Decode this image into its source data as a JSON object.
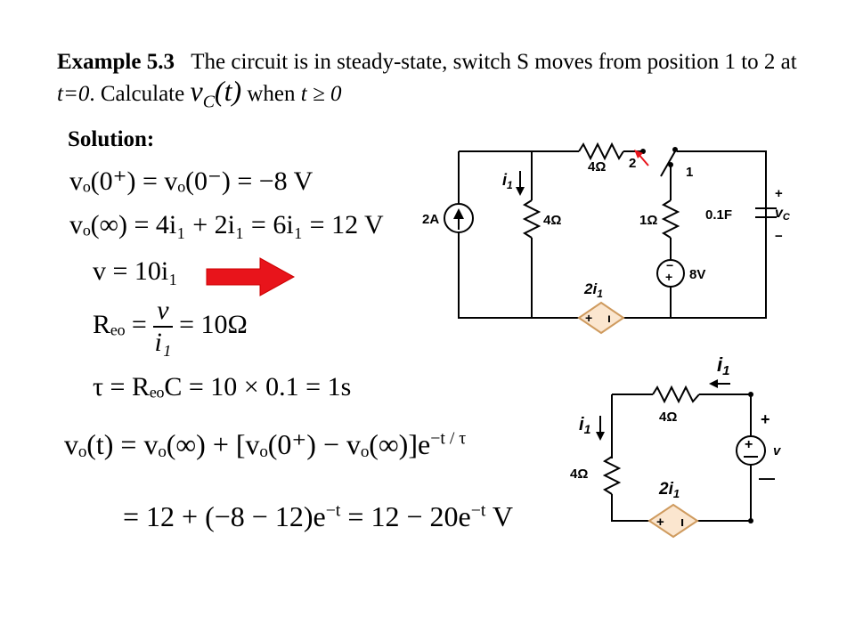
{
  "problem": {
    "label": "Example 5.3",
    "text1": "The circuit is in steady-state, switch S moves from position 1 to 2  at ",
    "t_eq": "t=0",
    "text2": ".  Calculate",
    "vc_sym": "v",
    "vc_sub": "C",
    "vc_arg": "(t)",
    "when": "when",
    "cond": "t ≥ 0"
  },
  "solution_label": "Solution:",
  "equations": {
    "eq1": "vₒ(0⁺) = vₒ(0⁻) = −8 V",
    "eq2": "vₒ(∞) = 4i₁ + 2i₁ = 6i₁ = 12 V",
    "eq3": "v = 10i₁",
    "eq4_lhs": "Rₑₒ =",
    "eq4_num": "v",
    "eq4_den": "i₁",
    "eq4_rhs": "= 10Ω",
    "eq5": "τ = RₑₒC = 10 × 0.1 = 1s",
    "eq6": "vₒ(t) = vₒ(∞) + [vₒ(0⁺) − vₒ(∞)]e",
    "eq6_exp": "−t / τ",
    "eq7a": "= 12 + (−8 − 12)e",
    "eq7a_exp": "−t",
    "eq7b": " = 12 − 20e",
    "eq7b_exp": "−t",
    "eq7_unit": " V"
  },
  "circuit1": {
    "r_top": "4Ω",
    "pos2": "2",
    "pos1": "1",
    "i1": "i",
    "i1_sub": "1",
    "src": "2A",
    "r_left": "4Ω",
    "r_mid": "1Ω",
    "cap": "0.1F",
    "plus": "+",
    "minus": "−",
    "vc": "v",
    "vc_sub": "C",
    "vsrc": "8V",
    "dep": "2i",
    "dep_sub": "1"
  },
  "circuit2": {
    "i1_top": "i",
    "i1_top_sub": "1",
    "r_top": "4Ω",
    "i1_left": "i",
    "i1_left_sub": "1",
    "r_left": "4Ω",
    "plus": "+",
    "minus": "—",
    "v": "v",
    "dep": "2i",
    "dep_sub": "1"
  },
  "colors": {
    "arrow": "#e8141b",
    "switch_arrow": "#e8141b",
    "dep_fill": "#fbe6cf",
    "dep_stroke": "#cf9b5f"
  }
}
